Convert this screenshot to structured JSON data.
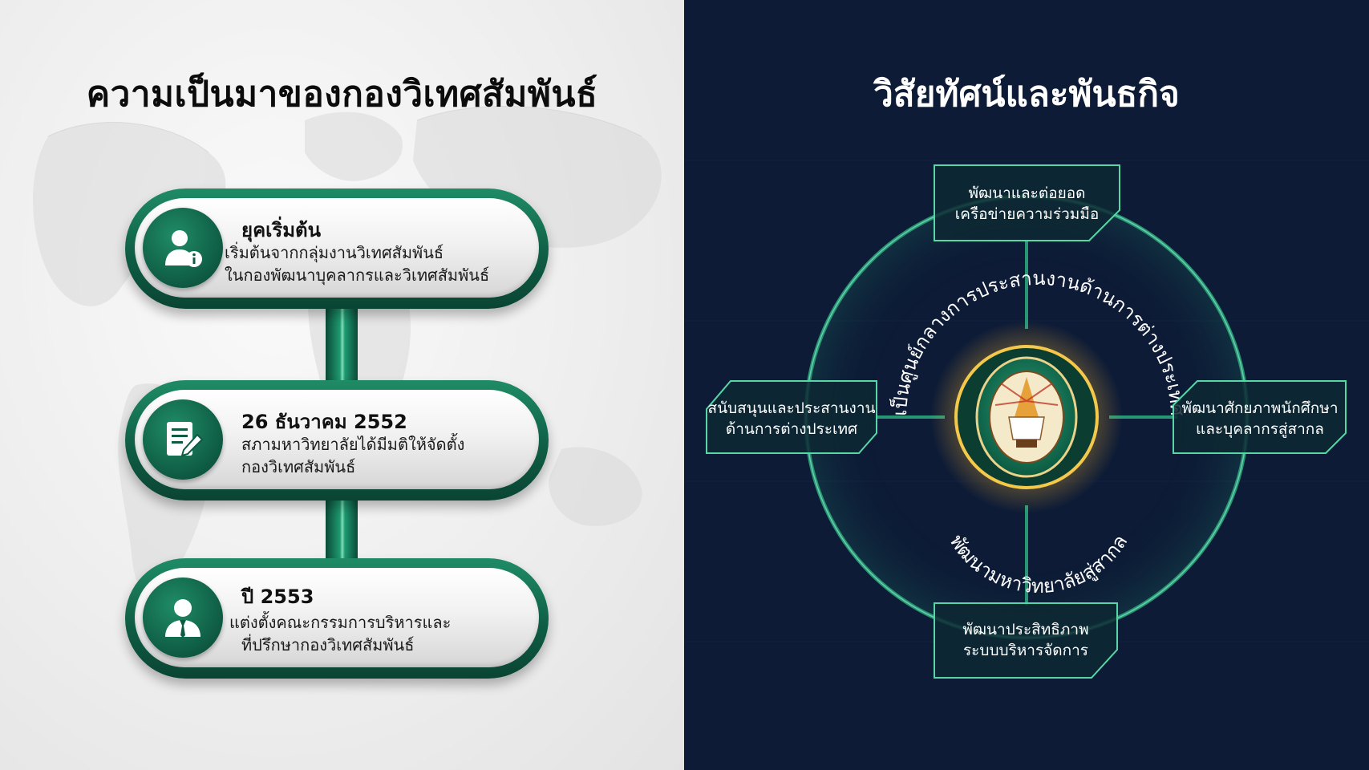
{
  "left": {
    "title": "ความเป็นมาของกองวิเทศสัมพันธ์",
    "timeline": [
      {
        "icon": "user-info-icon",
        "title": "ยุคเริ่มต้น",
        "line1": "เริ่มต้นจากกลุ่มงานวิเทศสัมพันธ์",
        "line2": "ในกองพัฒนาบุคลากรและวิเทศสัมพันธ์"
      },
      {
        "icon": "document-edit-icon",
        "title": "26 ธันวาคม 2552",
        "line1": "สภามหาวิทยาลัยได้มีมติให้จัดตั้ง",
        "line2": "กองวิเทศสัมพันธ์"
      },
      {
        "icon": "businessman-icon",
        "title": "ปี 2553",
        "line1": "แต่งตั้งคณะกรรมการบริหารและ",
        "line2": "ที่ปรึกษากองวิเทศสัมพันธ์"
      }
    ]
  },
  "right": {
    "title": "วิสัยทัศน์และพันธกิจ",
    "vision_arc": "เป็นศูนย์กลางการประสานงานด้านการต่างประเทศ",
    "mission_arc": "พัฒนามหาวิทยาลัยสู่สากล",
    "missions": {
      "top": {
        "line1": "พัฒนาและต่อยอด",
        "line2": "เครือข่ายความร่วมมือ"
      },
      "left": {
        "line1": "สนับสนุนและประสานงาน",
        "line2": "ด้านการต่างประเทศ"
      },
      "right": {
        "line1": "พัฒนาศักยภาพนักศึกษา",
        "line2": "และบุคลากรสู่สากล"
      },
      "bottom": {
        "line1": "พัฒนาประสิทธิภาพ",
        "line2": "ระบบบริหารจัดการ"
      }
    }
  },
  "colors": {
    "dark_green": "#0f5e45",
    "accent_green": "#2fd39a",
    "navy": "#0d1b36",
    "gold": "#f0c040"
  }
}
